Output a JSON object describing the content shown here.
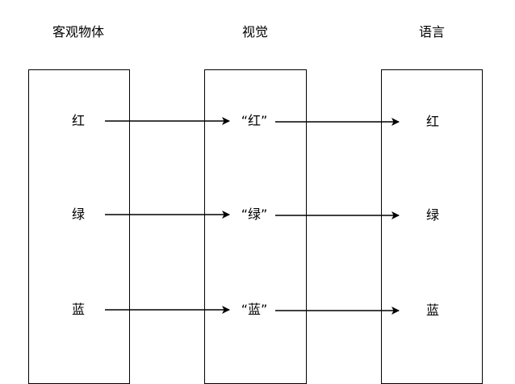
{
  "columns": [
    {
      "title": "客观物体",
      "items": [
        "红",
        "绿",
        "蓝"
      ]
    },
    {
      "title": "视觉",
      "items": [
        "“红”",
        "“绿”",
        "“蓝”"
      ]
    },
    {
      "title": "语言",
      "items": [
        "红",
        "绿",
        "蓝"
      ]
    }
  ],
  "colors": {
    "stroke": "#000000",
    "background": "#ffffff"
  }
}
